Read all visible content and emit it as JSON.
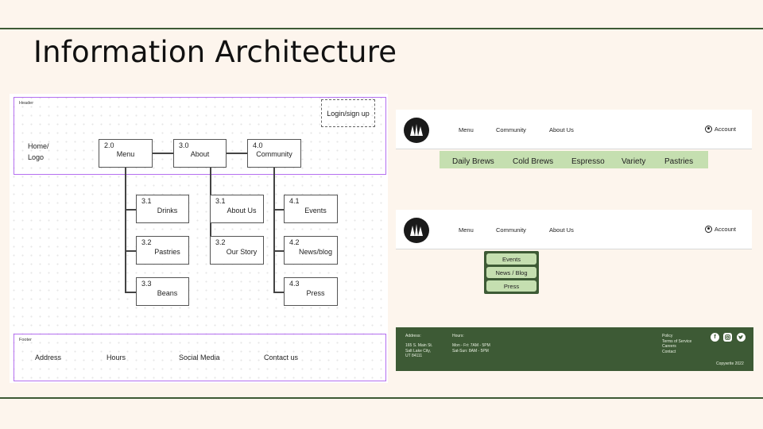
{
  "slide": {
    "title": "Information Architecture"
  },
  "sitemap": {
    "header_label": "Header",
    "footer_label": "Footer",
    "login": "Login/sign up",
    "home_line1": "Home/",
    "home_line2": "Logo",
    "top_nodes": [
      {
        "num": "2.0",
        "label": "Menu"
      },
      {
        "num": "3.0",
        "label": "About"
      },
      {
        "num": "4.0",
        "label": "Community"
      }
    ],
    "menu_children": [
      {
        "num": "3.1",
        "label": "Drinks"
      },
      {
        "num": "3.2",
        "label": "Pastries"
      },
      {
        "num": "3.3",
        "label": "Beans"
      }
    ],
    "about_children": [
      {
        "num": "3.1",
        "label": "About Us"
      },
      {
        "num": "3.2",
        "label": "Our Story"
      }
    ],
    "community_children": [
      {
        "num": "4.1",
        "label": "Events"
      },
      {
        "num": "4.2",
        "label": "News/blog"
      },
      {
        "num": "4.3",
        "label": "Press"
      }
    ],
    "footer_items": [
      "Address",
      "Hours",
      "Social Media",
      "Contact us"
    ]
  },
  "mockup": {
    "nav_links": [
      "Menu",
      "Community",
      "About Us"
    ],
    "account": "Account",
    "menu_submenu": [
      "Daily Brews",
      "Cold Brews",
      "Espresso",
      "Variety",
      "Pastries"
    ],
    "community_submenu": [
      "Events",
      "News / Blog",
      "Press"
    ],
    "footer": {
      "address_label": "Address:",
      "address": "165 S. Main St.\nSalt Lake City,\nUT 84111",
      "hours_label": "Hours:",
      "hours": "Mon - Fri: 7AM - 5PM\nSat-Sun: 8AM - 5PM",
      "links": "Policy\nTerms of Service\nCareers\nContact",
      "copyright": "Copywrite 2022"
    },
    "social_icons": [
      "facebook-icon",
      "instagram-icon",
      "twitter-icon"
    ],
    "colors": {
      "green": "#3d5a35",
      "light_green": "#c5dfb0",
      "purple": "#b56ff0"
    }
  }
}
